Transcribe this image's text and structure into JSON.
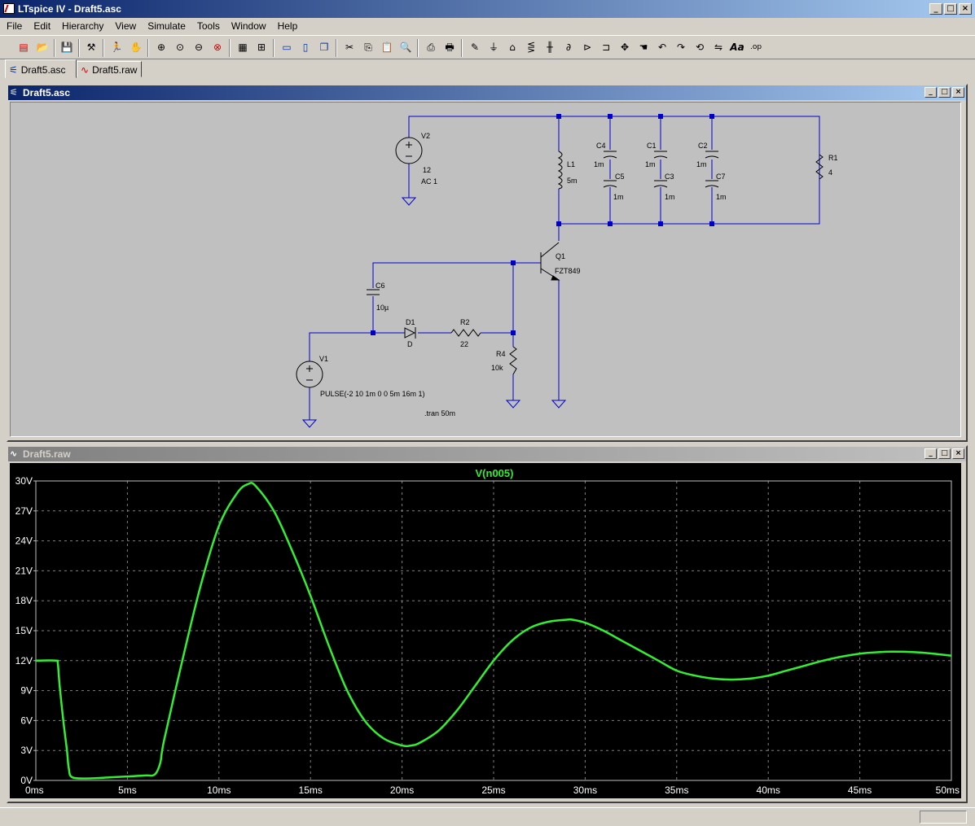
{
  "app": {
    "title": "LTspice IV - Draft5.asc"
  },
  "menu": [
    "File",
    "Edit",
    "Hierarchy",
    "View",
    "Simulate",
    "Tools",
    "Window",
    "Help"
  ],
  "tabs": [
    {
      "label": "Draft5.asc",
      "active": true
    },
    {
      "label": "Draft5.raw",
      "active": false
    }
  ],
  "schematic": {
    "title": "Draft5.asc",
    "components": {
      "v2": {
        "name": "V2",
        "value": "12",
        "ac": "AC 1"
      },
      "l1": {
        "name": "L1",
        "value": "5m"
      },
      "c4": {
        "name": "C4",
        "value": "1m"
      },
      "c5": {
        "name": "C5",
        "value": "1m"
      },
      "c1": {
        "name": "C1",
        "value": "1m"
      },
      "c3": {
        "name": "C3",
        "value": "1m"
      },
      "c2": {
        "name": "C2",
        "value": "1m"
      },
      "c7": {
        "name": "C7",
        "value": "1m"
      },
      "r1": {
        "name": "R1",
        "value": "4"
      },
      "q1": {
        "name": "Q1",
        "value": "FZT849"
      },
      "c6": {
        "name": "C6",
        "value": "10µ"
      },
      "d1": {
        "name": "D1",
        "value": "D"
      },
      "r2": {
        "name": "R2",
        "value": "22"
      },
      "r4": {
        "name": "R4",
        "value": "10k"
      },
      "v1": {
        "name": "V1",
        "value": "PULSE(-2 10 1m 0 0 5m 16m 1)"
      }
    },
    "directive": ".tran 50m"
  },
  "waveform": {
    "title": "Draft5.raw"
  },
  "colors": {
    "trace": "#33ee33",
    "grid": "#808080",
    "wire": "#0000cc",
    "title_active": "#0a246a"
  },
  "chart_data": {
    "type": "line",
    "title": "V(n005)",
    "xlabel": "",
    "ylabel": "",
    "xlim": [
      0,
      50
    ],
    "ylim": [
      0,
      30
    ],
    "x_ticks": [
      "0ms",
      "5ms",
      "10ms",
      "15ms",
      "20ms",
      "25ms",
      "30ms",
      "35ms",
      "40ms",
      "45ms",
      "50ms"
    ],
    "y_ticks": [
      "0V",
      "3V",
      "6V",
      "9V",
      "12V",
      "15V",
      "18V",
      "21V",
      "24V",
      "27V",
      "30V"
    ],
    "grid": true,
    "series": [
      {
        "name": "V(n005)",
        "x": [
          0,
          1.1,
          1.2,
          1.3,
          1.5,
          1.7,
          1.8,
          2.0,
          3,
          4,
          5,
          6,
          6.5,
          6.8,
          7,
          8,
          9,
          10,
          11,
          11.6,
          12,
          13,
          14,
          15,
          16,
          17,
          18,
          19,
          20,
          20.5,
          21,
          22,
          23,
          24,
          25,
          26,
          27,
          28,
          29,
          29.3,
          30,
          31,
          32,
          33,
          34,
          35,
          36,
          37,
          38,
          39,
          40,
          41,
          42,
          43,
          44,
          45,
          46,
          46.8,
          48,
          49,
          50
        ],
        "y": [
          12,
          12,
          11.7,
          9.5,
          6,
          3,
          1.2,
          0.3,
          0.2,
          0.3,
          0.4,
          0.5,
          0.6,
          1.8,
          4,
          12,
          19.5,
          25.5,
          28.8,
          29.7,
          29.5,
          27,
          23,
          18.5,
          13.5,
          9,
          5.9,
          4.2,
          3.5,
          3.5,
          3.8,
          5,
          7,
          9.5,
          12,
          14,
          15.3,
          15.9,
          16.1,
          16.1,
          15.8,
          15,
          14,
          13,
          12,
          11,
          10.5,
          10.2,
          10.1,
          10.2,
          10.5,
          11,
          11.5,
          12,
          12.4,
          12.7,
          12.85,
          12.9,
          12.85,
          12.7,
          12.5
        ]
      }
    ]
  }
}
